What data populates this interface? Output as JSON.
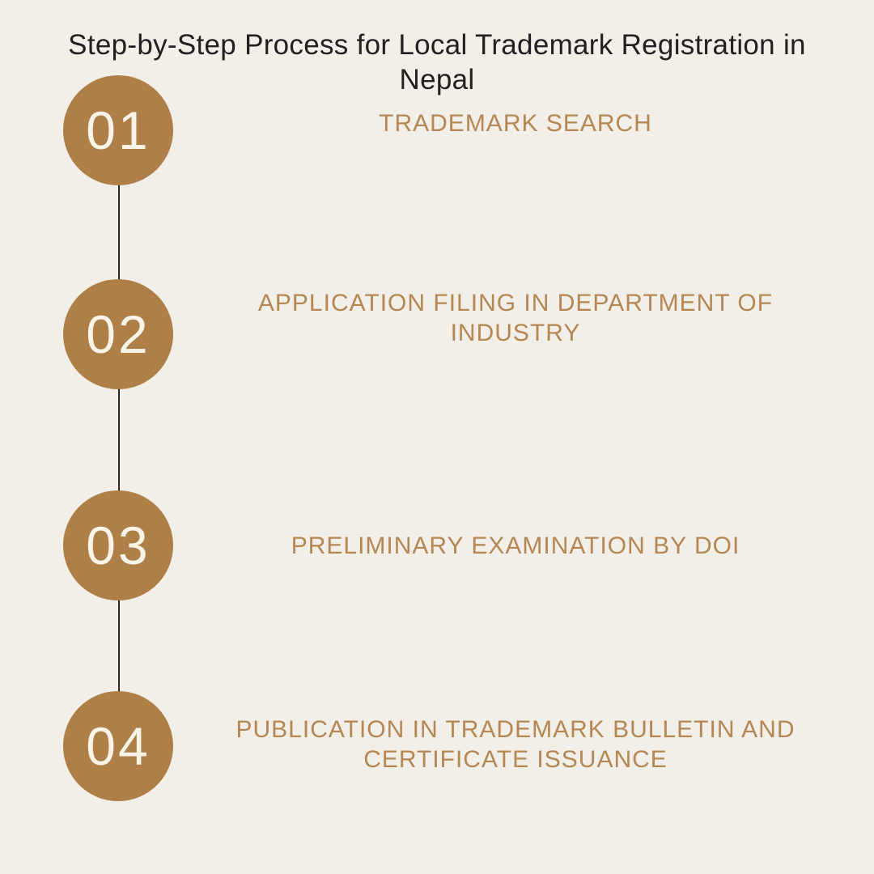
{
  "title": "Step-by-Step Process for Local Trademark Registration in Nepal",
  "theme": {
    "background_color": "#f2eee8",
    "circle_color": "#ae8048",
    "label_color": "#b58753",
    "number_color": "#f9f4e8",
    "title_color": "#232021",
    "connector_line_color": "#2a2622"
  },
  "steps": [
    {
      "number": "01",
      "label": "TRADEMARK SEARCH"
    },
    {
      "number": "02",
      "label": "APPLICATION FILING IN DEPARTMENT OF INDUSTRY"
    },
    {
      "number": "03",
      "label": "PRELIMINARY EXAMINATION BY DOI"
    },
    {
      "number": "04",
      "label": "PUBLICATION IN TRADEMARK BULLETIN AND CERTIFICATE ISSUANCE"
    }
  ]
}
